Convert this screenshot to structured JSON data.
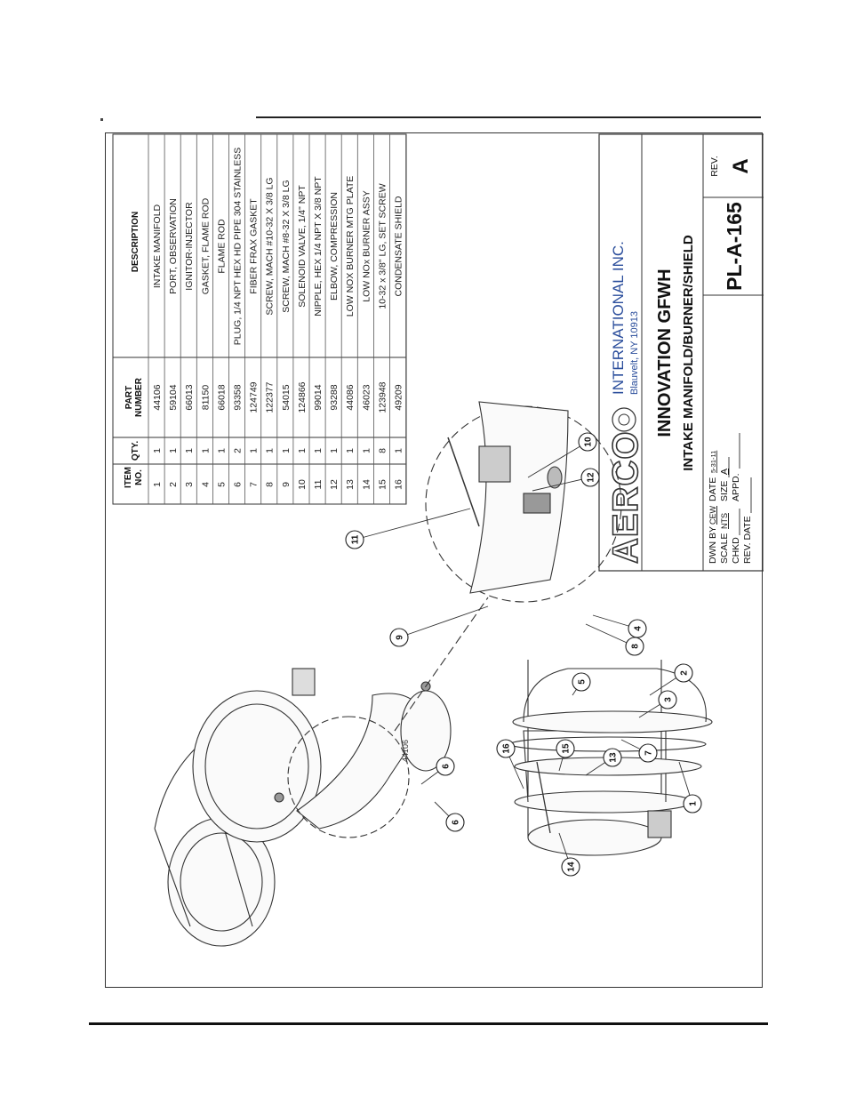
{
  "page": {
    "header_mark": "."
  },
  "bom": {
    "headers": {
      "item": "ITEM NO.",
      "qty": "QTY.",
      "part_line1": "PART",
      "part_line2": "NUMBER",
      "description": "DESCRIPTION"
    },
    "rows": [
      {
        "item": "1",
        "qty": "1",
        "part": "44106",
        "desc": "INTAKE MANIFOLD"
      },
      {
        "item": "2",
        "qty": "1",
        "part": "59104",
        "desc": "PORT, OBSERVATION"
      },
      {
        "item": "3",
        "qty": "1",
        "part": "66013",
        "desc": "IGNITOR-INJECTOR"
      },
      {
        "item": "4",
        "qty": "1",
        "part": "81150",
        "desc": "GASKET, FLAME ROD"
      },
      {
        "item": "5",
        "qty": "1",
        "part": "66018",
        "desc": "FLAME ROD"
      },
      {
        "item": "6",
        "qty": "2",
        "part": "93358",
        "desc": "PLUG, 1/4 NPT HEX HD PIPE  304 STAINLESS"
      },
      {
        "item": "7",
        "qty": "1",
        "part": "124749",
        "desc": "FIBER FRAX GASKET"
      },
      {
        "item": "8",
        "qty": "1",
        "part": "122377",
        "desc": "SCREW, MACH #10-32 X 3/8 LG"
      },
      {
        "item": "9",
        "qty": "1",
        "part": "54015",
        "desc": "SCREW, MACH #8-32 X 3/8 LG"
      },
      {
        "item": "10",
        "qty": "1",
        "part": "124866",
        "desc": "SOLENOID VALVE, 1/4\" NPT"
      },
      {
        "item": "11",
        "qty": "1",
        "part": "99014",
        "desc": "NIPPLE, HEX 1/4 NPT X 3/8 NPT"
      },
      {
        "item": "12",
        "qty": "1",
        "part": "93288",
        "desc": "ELBOW, COMPRESSION"
      },
      {
        "item": "13",
        "qty": "1",
        "part": "44086",
        "desc": "LOW NOX BURNER MTG PLATE"
      },
      {
        "item": "14",
        "qty": "1",
        "part": "46023",
        "desc": "LOW NOx BURNER ASSY"
      },
      {
        "item": "15",
        "qty": "8",
        "part": "123948",
        "desc": "10-32 x 3/8\" LG, SET SCREW"
      },
      {
        "item": "16",
        "qty": "1",
        "part": "49209",
        "desc": "CONDENSATE SHIELD"
      }
    ]
  },
  "title_block": {
    "logo": "AERCO",
    "company": "INTERNATIONAL INC.",
    "address": "Blauvelt, NY 10913",
    "product": "INNOVATION GFWH",
    "subtitle": "INTAKE MANIFOLD/BURNER/SHIELD",
    "drawn_by_label": "DWN BY",
    "drawn_by": "CEW",
    "date_label": "DATE",
    "date": "5-31-11",
    "scale_label": "SCALE",
    "scale": "NTS",
    "size_label": "SIZE",
    "size": "A",
    "chkd_label": "CHKD",
    "appd_label": "APPD.",
    "rev_date_label": "REV. DATE",
    "drawing_number": "PL-A-165",
    "rev_label": "REV.",
    "rev": "A"
  },
  "drawing": {
    "part_stamp": "44106",
    "callouts": [
      "1",
      "2",
      "3",
      "4",
      "5",
      "6",
      "6",
      "7",
      "8",
      "9",
      "10",
      "11",
      "12",
      "13",
      "14",
      "15",
      "16"
    ]
  }
}
